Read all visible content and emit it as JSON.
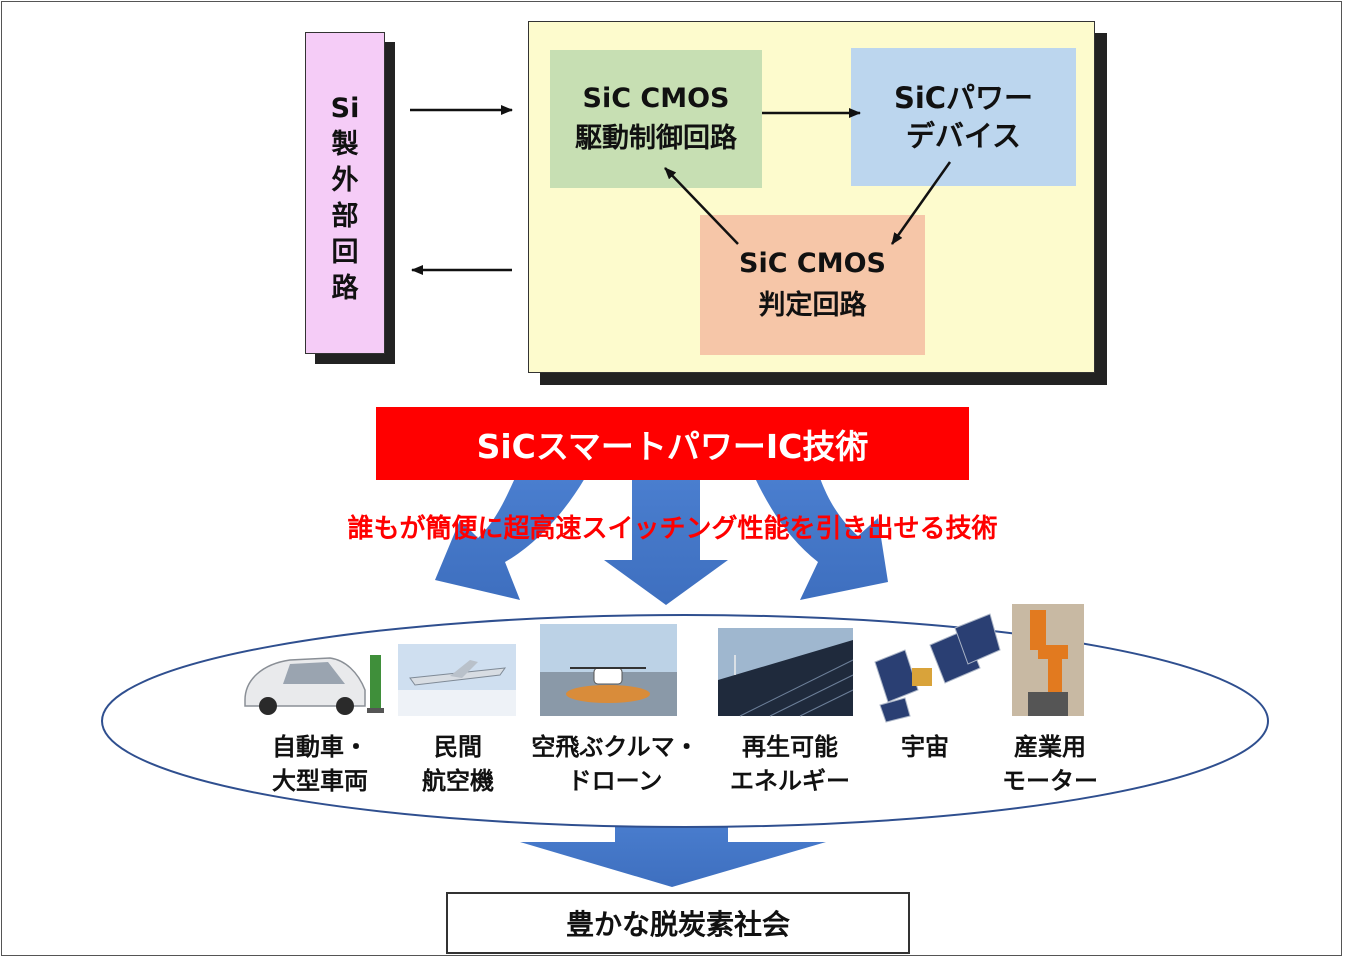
{
  "diagram": {
    "si_external": "Si\n製\n外\n部\n回\n路",
    "drive_circuit": "SiC CMOS\n駆動制御回路",
    "power_device": "SiCパワー\nデバイス",
    "judge_circuit": "SiC CMOS\n判定回路",
    "technology_banner": "SiCスマートパワーIC技術",
    "technology_subtitle": "誰もが簡便に超高速スイッチング性能を引き出せる技術",
    "applications": [
      {
        "label": "自動車・\n大型車両",
        "icon": "electric-car-icon"
      },
      {
        "label": "民間\n航空機",
        "icon": "aircraft-icon"
      },
      {
        "label": "空飛ぶクルマ・\nドローン",
        "icon": "drone-icon"
      },
      {
        "label": "再生可能\nエネルギー",
        "icon": "solar-panel-icon"
      },
      {
        "label": "宇宙",
        "icon": "satellite-icon"
      },
      {
        "label": "産業用\nモーター",
        "icon": "industrial-robot-icon"
      }
    ],
    "goal": "豊かな脱炭素社会"
  },
  "colors": {
    "si_box": "#f5ccf7",
    "main_box": "#fdfbcd",
    "drive_box": "#c7dfb3",
    "power_box": "#bcd6ee",
    "judge_box": "#f6c6a8",
    "banner_red": "#ff0000",
    "arrow_blue": "#4472c4"
  }
}
